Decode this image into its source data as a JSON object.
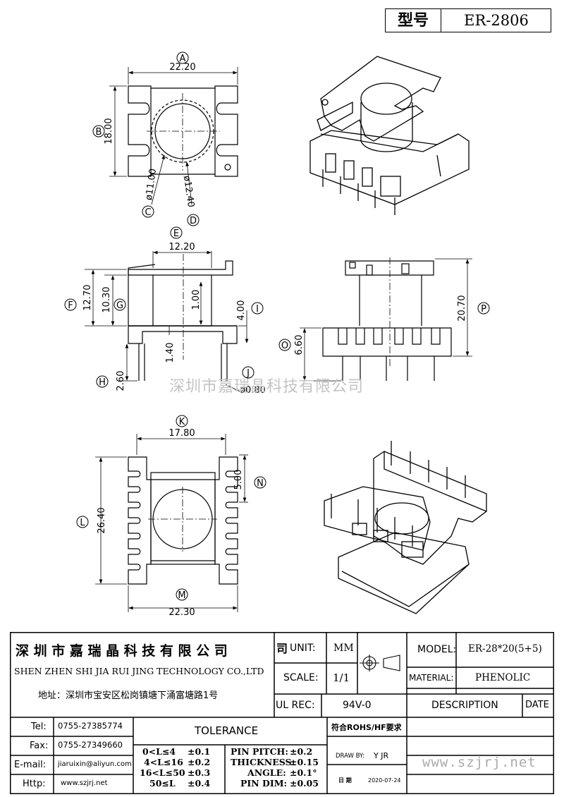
{
  "header": {
    "type_label": "型号",
    "model_code": "ER-2806"
  },
  "watermark": "深圳市嘉瑞晶科技有限公司",
  "dimensions": {
    "A": {
      "letter": "A",
      "value": "22.20"
    },
    "B": {
      "letter": "B",
      "value": "18.00"
    },
    "C": {
      "letter": "C",
      "value": "ø11.00"
    },
    "D": {
      "letter": "D",
      "value": "ø12.40"
    },
    "E": {
      "letter": "E",
      "value": "12.20"
    },
    "F": {
      "letter": "F",
      "value": "12.70"
    },
    "G": {
      "letter": "G",
      "value": "10.30"
    },
    "H": {
      "letter": "H",
      "value": "2.60"
    },
    "I": {
      "letter": "I",
      "value": "4.00"
    },
    "J": {
      "letter": "J",
      "value": "ø0.80"
    },
    "K": {
      "letter": "K",
      "value": "17.80"
    },
    "L": {
      "letter": "L",
      "value": "26.40"
    },
    "M": {
      "letter": "M",
      "value": "22.30"
    },
    "N": {
      "letter": "N",
      "value": "5.00"
    },
    "O": {
      "letter": "O",
      "value": "6.60"
    },
    "P": {
      "letter": "P",
      "value": "20.70"
    },
    "inner_1": "1.00",
    "inner_2": "1.40"
  },
  "company": {
    "name_cn": "深 圳 市 嘉 瑞 晶 科 技 有 限 公 司",
    "name_en": "SHEN ZHEN SHI  JIA RUI JING  TECHNOLOGY CO.,LTD",
    "address": "地址：深圳市宝安区松岗镇塘下涌富塘路1号"
  },
  "contacts": [
    {
      "label": "Tel:",
      "value": "0755-27385774"
    },
    {
      "label": "Fax:",
      "value": "0755-27349660"
    },
    {
      "label": "E-mail:",
      "value": "jiaruixin@aliyun.com"
    },
    {
      "label": "Http:",
      "value": "www.szjrj.net"
    }
  ],
  "tolerance": {
    "title": "TOLERANCE",
    "ranges": [
      {
        "range": "0<L≤4",
        "tol": "±0.1"
      },
      {
        "range": "4<L≤16",
        "tol": "±0.2"
      },
      {
        "range": "16<L≤50",
        "tol": "±0.3"
      },
      {
        "range": "50≤L",
        "tol": "±0.4"
      }
    ],
    "params": [
      {
        "name": "PIN PITCH:",
        "tol": "±0.2"
      },
      {
        "name": "THICKNESS:",
        "tol": "±0.15"
      },
      {
        "name": "ANGLE:",
        "tol": "±0.1°"
      },
      {
        "name": "PIN DIM:",
        "tol": "±0.05"
      }
    ]
  },
  "specs": {
    "unit_prefix": "司",
    "unit_label": "UNIT:",
    "unit_value": "MM",
    "scale_label": "SCALE:",
    "scale_value": "1/1",
    "ul_label": "UL REC:",
    "ul_value": "94V-0",
    "rohs": "符合ROHS/HF要求",
    "draw_label": "DRAW BY:",
    "draw_value": "Y JR",
    "date_label": "日 期",
    "date_value": "2020-07-24"
  },
  "model_block": {
    "model_label": "MODEL:",
    "model_value": "ER-28*20(5+5)",
    "material_label": "MATERIAL:",
    "material_value": "PHENOLIC",
    "description_label": "DESCRIPTION",
    "date_header": "DATE",
    "website": "www.szjrj.net"
  }
}
